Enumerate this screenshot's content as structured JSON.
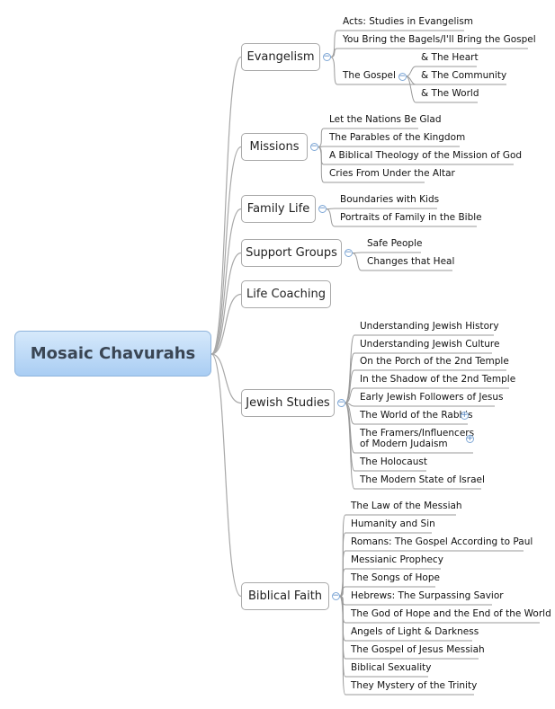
{
  "title": "Mosaic Chavurahs",
  "branches": [
    {
      "label": "Evangelism",
      "children": [
        {
          "label": "Acts: Studies in Evangelism"
        },
        {
          "label": "You Bring the Bagels/I'll Bring the Gospel"
        },
        {
          "label": "The Gospel",
          "children": [
            {
              "label": "& The Heart"
            },
            {
              "label": "& The Community"
            },
            {
              "label": "& The World"
            }
          ]
        }
      ]
    },
    {
      "label": "Missions",
      "children": [
        {
          "label": "Let the Nations Be Glad"
        },
        {
          "label": "The Parables of the Kingdom"
        },
        {
          "label": "A Biblical Theology of the Mission of God"
        },
        {
          "label": "Cries From Under the Altar"
        }
      ]
    },
    {
      "label": "Family Life",
      "children": [
        {
          "label": "Boundaries with Kids"
        },
        {
          "label": "Portraits of Family in the Bible"
        }
      ]
    },
    {
      "label": "Support Groups",
      "children": [
        {
          "label": "Safe People"
        },
        {
          "label": "Changes that Heal"
        }
      ]
    },
    {
      "label": "Life Coaching",
      "children": []
    },
    {
      "label": "Jewish Studies",
      "children": [
        {
          "label": "Understanding Jewish History"
        },
        {
          "label": "Understanding Jewish Culture"
        },
        {
          "label": "On the Porch of the 2nd Temple"
        },
        {
          "label": "In the Shadow of the 2nd Temple"
        },
        {
          "label": "Early Jewish Followers of Jesus"
        },
        {
          "label": "The World of the Rabbis",
          "collapsed": true
        },
        {
          "label": "The Framers/Influencers\nof Modern Judaism",
          "collapsed": true
        },
        {
          "label": "The Holocaust"
        },
        {
          "label": "The Modern State of Israel"
        }
      ]
    },
    {
      "label": "Biblical Faith",
      "children": [
        {
          "label": "The Law of the Messiah"
        },
        {
          "label": "Humanity and Sin"
        },
        {
          "label": "Romans: The Gospel According to Paul"
        },
        {
          "label": "Messianic Prophecy"
        },
        {
          "label": "The Songs of Hope"
        },
        {
          "label": "Hebrews: The Surpassing Savior"
        },
        {
          "label": "The God of Hope and the End of the World"
        },
        {
          "label": "Angels of Light & Darkness"
        },
        {
          "label": "The Gospel of Jesus Messiah"
        },
        {
          "label": "Biblical Sexuality"
        },
        {
          "label": "They Mystery of the Trinity"
        }
      ]
    }
  ]
}
